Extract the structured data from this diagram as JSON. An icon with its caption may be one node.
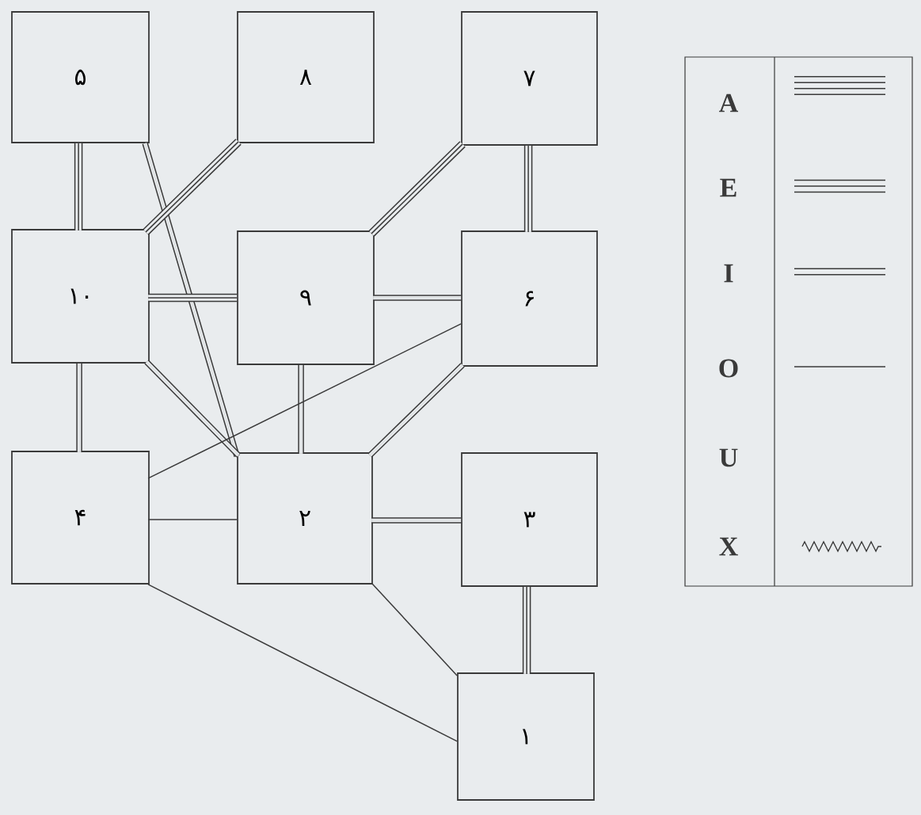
{
  "diagram": {
    "nodes": [
      {
        "text": [
          "۵"
        ]
      },
      {
        "text": [
          "۸"
        ]
      },
      {
        "text": [
          "۷"
        ]
      },
      {
        "text": [
          "۱۰"
        ]
      },
      {
        "text": [
          "۹"
        ]
      },
      {
        "text": [
          "۶"
        ]
      },
      {
        "text": [
          "۴"
        ]
      },
      {
        "text": [
          "۲"
        ]
      },
      {
        "text": [
          "۳"
        ]
      },
      {
        "text": [
          "۱"
        ]
      }
    ],
    "edges": [
      {
        "from": 0,
        "to": 3,
        "arrow": "none"
      },
      {
        "from": 0,
        "to": 7,
        "arrow": "none"
      },
      {
        "from": 1,
        "to": 3,
        "arrow": "none"
      },
      {
        "from": 2,
        "to": 4,
        "arrow": "none"
      },
      {
        "from": 2,
        "to": 5,
        "arrow": "none"
      },
      {
        "from": 3,
        "to": 4,
        "arrow": "none"
      },
      {
        "from": 3,
        "to": 7,
        "arrow": "none"
      },
      {
        "from": 3,
        "to": 6,
        "arrow": "none"
      },
      {
        "from": 4,
        "to": 5,
        "arrow": "none"
      },
      {
        "from": 4,
        "to": 7,
        "arrow": "none"
      },
      {
        "from": 5,
        "to": 7,
        "arrow": "none"
      },
      {
        "from": 5,
        "to": 6,
        "arrow": "none"
      },
      {
        "from": 6,
        "to": 7,
        "arrow": "none"
      },
      {
        "from": 7,
        "to": 8,
        "arrow": "none"
      },
      {
        "from": 8,
        "to": 9,
        "arrow": "none"
      },
      {
        "from": 7,
        "to": 9,
        "arrow": "none"
      },
      {
        "from": 6,
        "to": 9,
        "arrow": "none"
      }
    ],
    "legend": [
      {
        "text": "A"
      },
      {
        "text": "E"
      },
      {
        "text": "I"
      },
      {
        "text": "O"
      },
      {
        "text": "U"
      },
      {
        "text": "X"
      }
    ]
  }
}
